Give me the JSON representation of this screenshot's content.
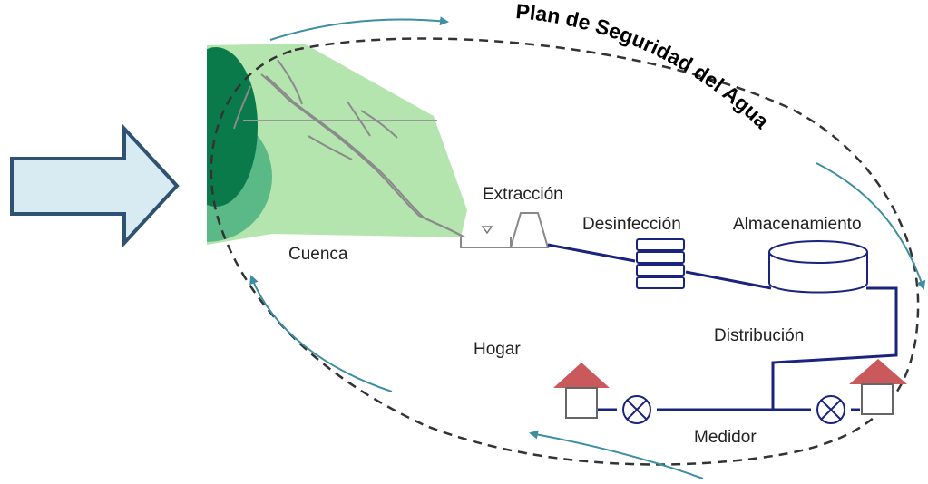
{
  "title": "Plan de Seguridad del Agua",
  "labels": {
    "cuenca": "Cuenca",
    "extraccion": "Extracción",
    "desinfeccion": "Desinfección",
    "almacenamiento": "Almacenamiento",
    "distribucion": "Distribución",
    "hogar": "Hogar",
    "medidor": "Medidor"
  },
  "colors": {
    "pipe": "#1a237e",
    "cycle_arrow": "#3d8ea3",
    "big_arrow_fill": "#d9ebf2",
    "big_arrow_stroke": "#2f5273",
    "basin": "#a8e0a0",
    "forest_dark": "#0a7a4a",
    "roof": "#c9595b"
  }
}
